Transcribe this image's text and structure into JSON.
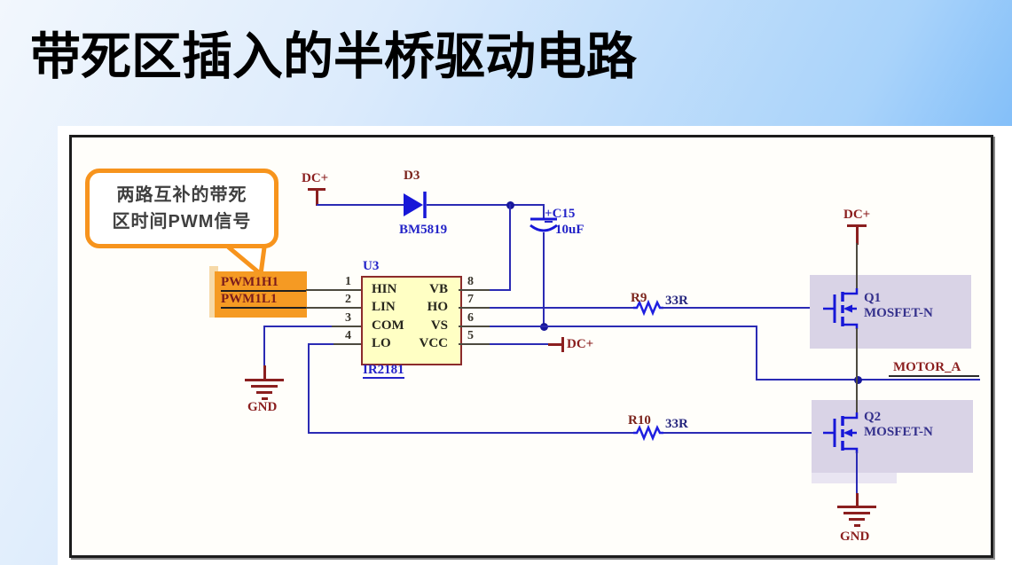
{
  "slide": {
    "title": "带死区插入的半桥驱动电路"
  },
  "callout": {
    "line1": "两路互补的带死",
    "line2": "区时间PWM信号"
  },
  "net_labels": {
    "pwm_high": "PWM1H1",
    "pwm_low": "PWM1L1",
    "motor_a": "MOTOR_A",
    "dc_plus_top": "DC+",
    "dc_plus_vcc": "DC+",
    "dc_plus_q1": "DC+",
    "gnd_com": "GND",
    "gnd_q2": "GND"
  },
  "components": {
    "u3": {
      "designator": "U3",
      "part": "IR2181",
      "left_pins": [
        {
          "num": "1",
          "name": "HIN"
        },
        {
          "num": "2",
          "name": "LIN"
        },
        {
          "num": "3",
          "name": "COM"
        },
        {
          "num": "4",
          "name": "LO"
        }
      ],
      "right_pins": [
        {
          "num": "8",
          "name": "VB"
        },
        {
          "num": "7",
          "name": "HO"
        },
        {
          "num": "6",
          "name": "VS"
        },
        {
          "num": "5",
          "name": "VCC"
        }
      ]
    },
    "d3": {
      "designator": "D3",
      "part": "BM5819"
    },
    "c15": {
      "designator": "C15",
      "polarity": "+",
      "value": "10uF"
    },
    "r9": {
      "designator": "R9",
      "value": "33R"
    },
    "r10": {
      "designator": "R10",
      "value": "33R"
    },
    "q1": {
      "designator": "Q1",
      "part": "MOSFET-N"
    },
    "q2": {
      "designator": "Q2",
      "part": "MOSFET-N"
    }
  },
  "colors": {
    "wire_blue": "#2b2bb4",
    "stub_gray": "#4d4a3f",
    "power_red": "#8b1f1f",
    "label_blue": "#2323c8",
    "designator_red": "#7b241c",
    "chip_fill": "#ffffc4",
    "highlight_orange": "#f59a23",
    "highlight_purple": "#d9d3e6",
    "callout_orange": "#f7941d"
  }
}
